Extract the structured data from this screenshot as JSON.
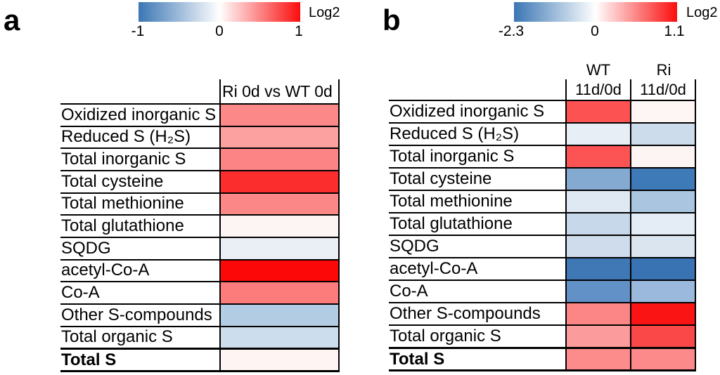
{
  "panels": [
    {
      "label": "a",
      "legend": {
        "title": "Log2",
        "ticks": [
          "-1",
          "0",
          "1"
        ],
        "gradient_left": "#3b76b4",
        "gradient_mid": "#ffffff",
        "gradient_right": "#fb0d0d"
      },
      "columns": [
        "Ri 0d vs WT 0d"
      ],
      "rows": [
        {
          "label": "Oxidized inorganic S",
          "cells": [
            "#fc8888"
          ]
        },
        {
          "label": "Reduced S (H₂S)",
          "cells": [
            "#fca0a0"
          ]
        },
        {
          "label": "Total inorganic S",
          "cells": [
            "#fc8484"
          ]
        },
        {
          "label": "Total cysteine",
          "cells": [
            "#fc2d2d"
          ]
        },
        {
          "label": "Total methionine",
          "cells": [
            "#fc8787"
          ]
        },
        {
          "label": "Total glutathione",
          "cells": [
            "#fdf4f4"
          ]
        },
        {
          "label": "SQDG",
          "cells": [
            "#e9eff4"
          ]
        },
        {
          "label": "acetyl-Co-A",
          "cells": [
            "#fc0808"
          ]
        },
        {
          "label": "Co-A",
          "cells": [
            "#fc7b7b"
          ]
        },
        {
          "label": "Other S-compounds",
          "cells": [
            "#b2cce4"
          ]
        },
        {
          "label": "Total organic S",
          "cells": [
            "#ccdeed"
          ]
        },
        {
          "label": "Total S",
          "bold": true,
          "thick_top": true,
          "cells": [
            "#fdf4f3"
          ]
        }
      ]
    },
    {
      "label": "b",
      "legend": {
        "title": "Log2",
        "ticks": [
          "-2.3",
          "0",
          "1.1"
        ],
        "gradient_left": "#3b76b4",
        "gradient_mid": "#ffffff",
        "gradient_right": "#fb0d0d"
      },
      "columns": [
        {
          "top": "WT",
          "bottom": "11d/0d"
        },
        {
          "top": "Ri",
          "bottom": "11d/0d"
        }
      ],
      "rows": [
        {
          "label": "Oxidized inorganic S",
          "cells": [
            "#fc5252",
            "#fdf6f4"
          ]
        },
        {
          "label": "Reduced S (H₂S)",
          "cells": [
            "#e8eef6",
            "#cddcea"
          ]
        },
        {
          "label": "Total inorganic S",
          "cells": [
            "#fc5454",
            "#fdf5f3"
          ]
        },
        {
          "label": "Total cysteine",
          "cells": [
            "#84aad2",
            "#3e79b8"
          ]
        },
        {
          "label": "Total methionine",
          "cells": [
            "#dfe9f3",
            "#a9c5e0"
          ]
        },
        {
          "label": "Total glutathione",
          "cells": [
            "#c6d8ea",
            "#e4ecf5"
          ]
        },
        {
          "label": "SQDG",
          "cells": [
            "#cedceb",
            "#dae5f0"
          ]
        },
        {
          "label": "acetyl-Co-A",
          "cells": [
            "#4077b5",
            "#3a73b3"
          ]
        },
        {
          "label": "Co-A",
          "cells": [
            "#6191c6",
            "#9bb9dc"
          ]
        },
        {
          "label": "Other S-compounds",
          "cells": [
            "#fc8585",
            "#fa1414"
          ]
        },
        {
          "label": "Total organic S",
          "cells": [
            "#fc9b9b",
            "#fa4747"
          ]
        },
        {
          "label": "Total S",
          "bold": true,
          "thick_top": true,
          "cells": [
            "#fc8c8c",
            "#fc8a8a"
          ]
        }
      ]
    }
  ],
  "chart_data": [
    {
      "type": "heatmap",
      "panel": "a",
      "title": "",
      "legend_title": "Log2",
      "colorbar_range": [
        -1,
        1
      ],
      "colorbar_ticks": [
        -1,
        0,
        1
      ],
      "columns": [
        "Ri 0d vs WT 0d"
      ],
      "rows": [
        "Oxidized inorganic S",
        "Reduced S (H₂S)",
        "Total inorganic S",
        "Total cysteine",
        "Total methionine",
        "Total glutathione",
        "SQDG",
        "acetyl-Co-A",
        "Co-A",
        "Other S-compounds",
        "Total organic S",
        "Total S"
      ],
      "values_log2_estimated": [
        [
          0.45
        ],
        [
          0.35
        ],
        [
          0.45
        ],
        [
          0.8
        ],
        [
          0.45
        ],
        [
          0.05
        ],
        [
          -0.1
        ],
        [
          0.95
        ],
        [
          0.5
        ],
        [
          -0.4
        ],
        [
          -0.25
        ],
        [
          0.05
        ]
      ]
    },
    {
      "type": "heatmap",
      "panel": "b",
      "title": "",
      "legend_title": "Log2",
      "colorbar_range": [
        -2.3,
        1.1
      ],
      "colorbar_ticks": [
        -2.3,
        0,
        1.1
      ],
      "columns": [
        "WT 11d/0d",
        "Ri 11d/0d"
      ],
      "rows": [
        "Oxidized inorganic S",
        "Reduced S (H₂S)",
        "Total inorganic S",
        "Total cysteine",
        "Total methionine",
        "Total glutathione",
        "SQDG",
        "acetyl-Co-A",
        "Co-A",
        "Other S-compounds",
        "Total organic S",
        "Total S"
      ],
      "values_log2_estimated": [
        [
          0.8,
          0.05
        ],
        [
          -0.25,
          -0.6
        ],
        [
          0.8,
          0.05
        ],
        [
          -1.45,
          -2.25
        ],
        [
          -0.35,
          -1.0
        ],
        [
          -0.65,
          -0.3
        ],
        [
          -0.55,
          -0.45
        ],
        [
          -2.2,
          -2.3
        ],
        [
          -1.85,
          -1.15
        ],
        [
          0.55,
          1.1
        ],
        [
          0.45,
          0.85
        ],
        [
          0.5,
          0.5
        ]
      ]
    }
  ]
}
